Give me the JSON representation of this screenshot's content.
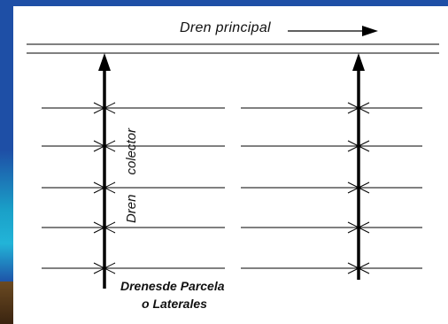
{
  "diagram": {
    "main_drain_label": "Dren principal",
    "collector_label_word1": "Dren",
    "collector_label_word2": "colector",
    "laterals_line1": "Drenesde Parcela",
    "laterals_line2": "o Laterales"
  },
  "colors": {
    "background": "#1e4fa6",
    "panel": "#ffffff",
    "line": "#000000"
  }
}
